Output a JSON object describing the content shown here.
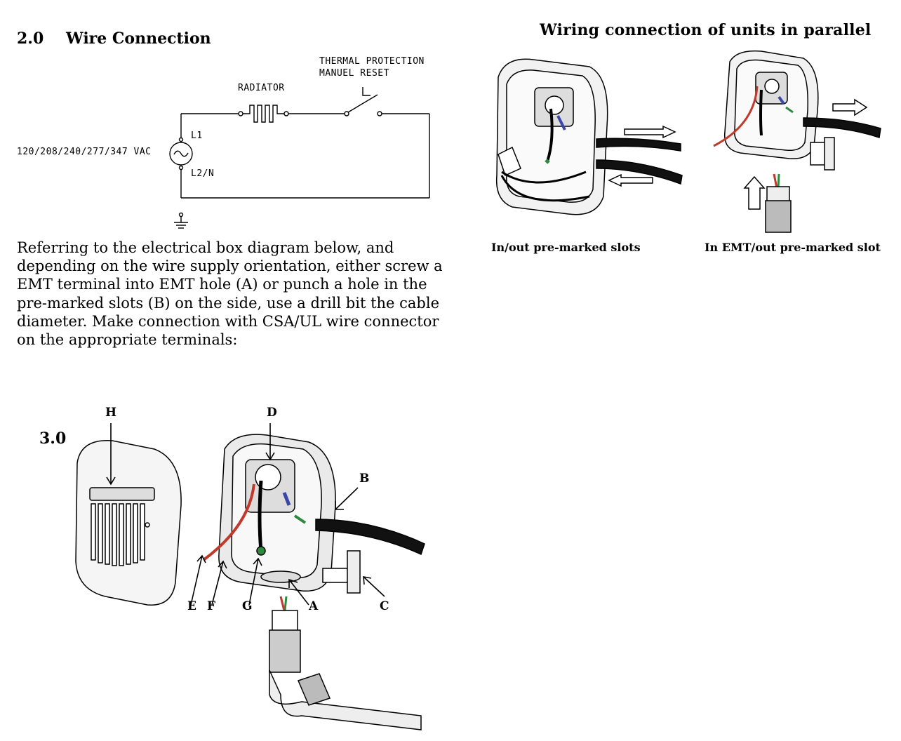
{
  "section2": {
    "number": "2.0",
    "title": "Wire Connection",
    "schematic": {
      "thermal_label_1": "THERMAL  PROTECTION",
      "thermal_label_2": "MANUEL  RESET",
      "radiator_label": "RADIATOR",
      "voltage_label": "120/208/240/277/347  VAC",
      "l1_label": "L1",
      "l2_label": "L2/N"
    },
    "paragraph": [
      "Referring to the electrical box diagram below, and",
      "depending on the wire supply orientation, either screw a",
      "EMT terminal into EMT hole (A) or punch a hole in the",
      "pre-marked slots (B) on the side, use a drill bit the cable",
      "diameter. Make connection with CSA/UL wire connector",
      "on the appropriate terminals:"
    ]
  },
  "parallel": {
    "title": "Wiring connection of units in parallel",
    "caption_left": "In/out pre-marked slots",
    "caption_right": "In EMT/out pre-marked slot"
  },
  "section3": {
    "number": "3.0",
    "callouts": {
      "H": "H",
      "D": "D",
      "B": "B",
      "E": "E",
      "F": "F",
      "G": "G",
      "A": "A",
      "C": "C"
    }
  },
  "colors": {
    "ink": "#000000",
    "wire_red": "#c0392b",
    "wire_green": "#2e8b3d",
    "wire_blue": "#3a47a8",
    "box_gray": "#e6e6e6"
  }
}
